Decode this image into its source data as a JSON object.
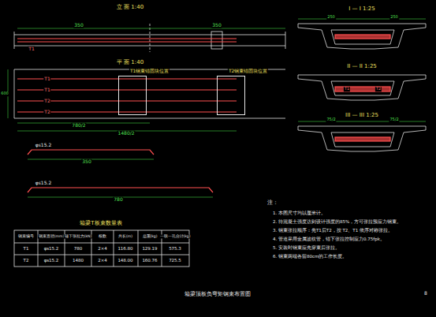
{
  "diagram": {
    "title": "箱梁顶板负弯矩钢束布置图",
    "nodes": [
      {
        "text": [
          "T1钢束锚固块位置"
        ]
      },
      {
        "text": [
          "T2钢束锚固块位置"
        ]
      }
    ],
    "labels": [
      "立 面 1:40",
      "350",
      "350",
      "T1",
      "平 面 1:40",
      "T1",
      "T1",
      "T2",
      "T2",
      "600",
      "780/2",
      "1480/2",
      "φs15.2",
      "350",
      "φs15.2",
      "780",
      "箱梁T板束数量表",
      "钢束编号",
      "钢束直径(mm)",
      "锚下张拉力(kN)",
      "根数",
      "共长(m)",
      "总重(kg)",
      "一联一孔合计(kg)",
      "T1",
      "φs15.2",
      "780",
      "2×4",
      "116.80",
      "129.19",
      "575.3",
      "T2",
      "φs15.2",
      "1480",
      "2×4",
      "148.00",
      "160.76",
      "725.5",
      "I — I 1:25",
      "250",
      "250",
      "II — II 1:25",
      "T1",
      "T2",
      "III — III 1:25",
      "75/2",
      "75/2",
      "注：",
      "1. 本图尺寸均以厘米计。",
      "2. 待混凝土强度达到设计强度的85%，方可张拉预应力钢束。",
      "3. 钢束张拉顺序：先T1后T2，按 T2、T1 依序对称张拉。",
      "4. 管道采用金属波纹管，锚下张拉控制应力0.75fpk。",
      "5. 安装时钢束应先穿束后张拉。",
      "6. 钢束两端各留80cm的工作长度。",
      "8"
    ]
  }
}
